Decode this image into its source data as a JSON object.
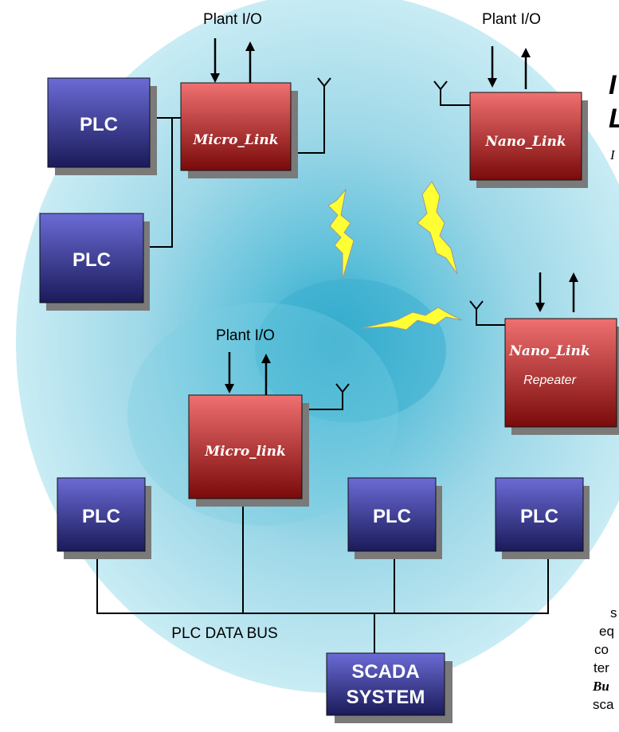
{
  "diagram": {
    "plant_io_labels": [
      "Plant I/O",
      "Plant I/O",
      "Plant I/O"
    ],
    "plc_label": "PLC",
    "micro_link_top": "Micro_Link",
    "micro_link_bottom": "Micro_link",
    "nano_link": "Nano_Link",
    "nano_link_repeater": {
      "title": "Nano_Link",
      "subtitle": "Repeater"
    },
    "data_bus_label": "PLC DATA BUS",
    "scada": {
      "line1": "SCADA",
      "line2": "SYSTEM"
    }
  },
  "clipped_side_text": {
    "heading_fragments": [
      "I",
      "L"
    ],
    "note_fragment": "I",
    "paragraph_fragments": [
      "s",
      "eq",
      "co",
      "ter",
      "Bu",
      "sca"
    ]
  },
  "colors": {
    "plc_top": "#6b6bd6",
    "plc_bottom": "#1a1a5a",
    "link_top": "#f07070",
    "link_bottom": "#7a0a0a",
    "background_glow": "#a8dde8",
    "lightning": "#ffff33"
  }
}
